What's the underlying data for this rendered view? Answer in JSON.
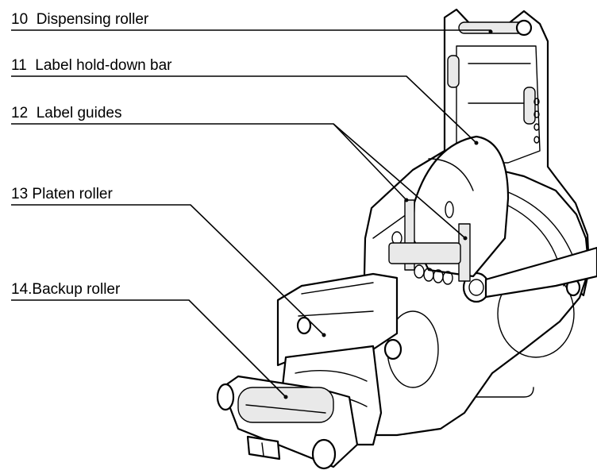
{
  "callouts": [
    {
      "number": "10",
      "text": "Dispensing roller"
    },
    {
      "number": "11",
      "text": "Label hold-down bar"
    },
    {
      "number": "12",
      "text": "Label guides"
    },
    {
      "number": "13",
      "text": "Platen roller"
    },
    {
      "number": "14",
      "text": "Backup roller"
    }
  ]
}
